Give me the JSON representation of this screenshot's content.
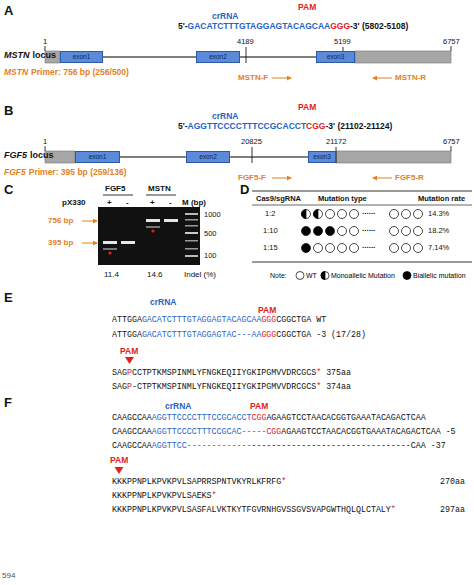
{
  "diagram": {
    "nodes": [
      {
        "text": [
          "exon1"
        ]
      },
      {
        "text": [
          "exon2"
        ]
      },
      {
        "text": [
          "exon3"
        ]
      },
      {
        "text": [
          "exon1"
        ]
      },
      {
        "text": [
          "exon2"
        ]
      },
      {
        "text": [
          "exon3"
        ]
      }
    ],
    "edges": [
      {
        "from": 0,
        "to": 1,
        "arrow": "none"
      },
      {
        "from": 1,
        "to": 2,
        "arrow": "none"
      },
      {
        "from": 3,
        "to": 4,
        "arrow": "none"
      },
      {
        "from": 4,
        "to": 5,
        "arrow": "none"
      }
    ],
    "labels": [
      "A",
      "crRNA",
      "PAM",
      "5'-",
      "GACATCTTTGTAGGAGTACAGCAA",
      "GGG",
      "-3' (5802-5108)",
      "1",
      "4189",
      "5199",
      "6757",
      "MSTN",
      "locus",
      "MSTN",
      "Primer: 756 bp (256/500)",
      "MSTN-F",
      "MSTN-R",
      "B",
      "crRNA",
      "PAM",
      "5'-",
      "AGGTTCCCCTTTCCGCACCT",
      "CGG",
      "-3' (21102-21124)",
      "1",
      "20825",
      "21172",
      "6757",
      "FGF5",
      "locus",
      "FGF5",
      "Primer: 395 bp (259/136)",
      "FGF5-F",
      "FGF5-R",
      "C",
      "FGF5",
      "MSTN",
      "pX330",
      "+",
      "-",
      "+",
      "-",
      "M (bp)",
      "1000",
      "500",
      "100",
      "756 bp",
      "395 bp",
      "11.4",
      "14.6",
      "Indel (%)",
      "D",
      "Cas9/sgRNA",
      "Mutation type",
      "Mutation rate",
      "1:2",
      "......",
      "14.3%",
      "1:10",
      "......",
      "18.2%",
      "1:15",
      "......",
      "7.14%",
      "Note:",
      "E",
      "crRNA",
      "PAM",
      "ATTGGA",
      "GACATCTTTGTAGGAGTACAGCAA",
      "GGG",
      "CGGCTGA",
      "WT",
      "ATTGGA",
      "GACATCTTTGTAGGAGTAC",
      "---",
      "AA",
      "GGG",
      "CGGCTGA",
      "-3 (17/28)",
      "PAM",
      "SAG",
      "P",
      "CCTPTKMSPINMLYFNGKEQIIYGKIPGMVVDRCGCS",
      "*",
      "375aa",
      "SAG",
      "P",
      "-CTPTKMSPINMLYFNGKEQIIYGKIPGMVVDRCGCS",
      "*",
      "374aa",
      "F",
      "crRNA",
      "PAM",
      "CAAGCCAA",
      "AGGTTCCCCTTTCCGCACCT",
      "CGG",
      "AGAAGTCCTAACACGGTGAAATACAGACTCAA",
      "CAAGCCAA",
      "AGGTTCCCCTTTCCGCAC",
      "-----",
      "CGG",
      "AGAAGTCCTAACACGGTGAAATACAGACTCAA",
      "-5",
      "CAAGCCAA",
      "AGGTTCC",
      "-------------",
      "--------------------------------",
      "CAA",
      "-37",
      "PAM",
      "KKKPPNPLKPVKPVLSAPRRSPNTVKYRLKFRFG",
      "*",
      "270aa",
      "KKKPPNPLKPVKPVLSAEKS",
      "*",
      "KKKPPNPLKPVKPVLSASFALVKTKYTFGVRNHGVSSGVSVAPGWTHQLQLCTALY",
      "*",
      "297aa",
      "594"
    ],
    "legend": [
      {
        "text": "WT"
      },
      {
        "text": "Monoallelic Mutation"
      },
      {
        "text": "Biallelic mutation"
      }
    ]
  }
}
